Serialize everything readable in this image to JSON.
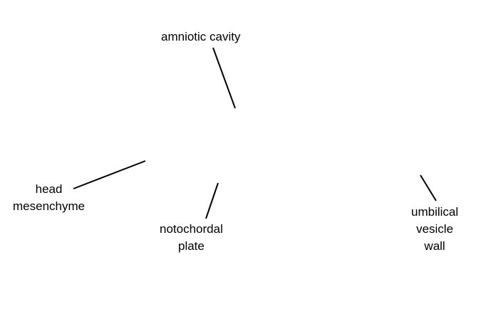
{
  "labels": {
    "amniotic_cavity": {
      "lines": [
        "amniotic cavity"
      ]
    },
    "head_mesenchyme": {
      "lines": [
        "head",
        "mesenchyme"
      ]
    },
    "notochordal_plate": {
      "lines": [
        "notochordal",
        "plate"
      ]
    },
    "umbilical_vesicle_wall": {
      "lines": [
        "umbilical",
        "vesicle",
        "wall"
      ]
    }
  },
  "colors": {
    "line": "#000000",
    "text": "#000000",
    "background": "#ffffff"
  }
}
